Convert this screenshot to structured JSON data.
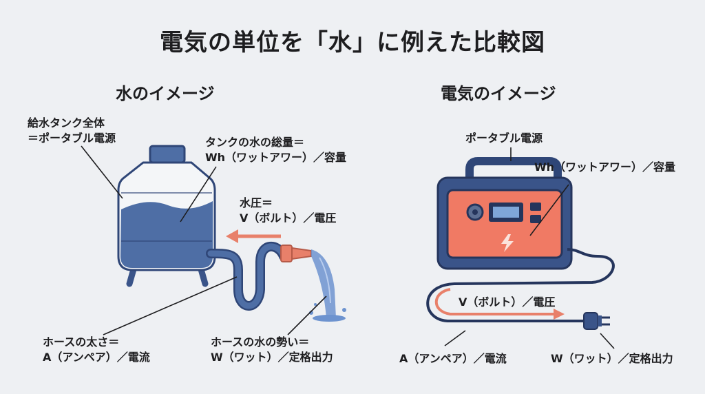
{
  "title": "電気の単位を「水」に例えた比較図",
  "water": {
    "heading": "水のイメージ",
    "tank_label": [
      "給水タンク全体",
      "＝ポータブル電源"
    ],
    "capacity_label": [
      "タンクの水の総量＝",
      "Wh（ワットアワー）／容量"
    ],
    "pressure_label": [
      "水圧＝",
      "V（ボルト）／電圧"
    ],
    "hose_width_label": [
      "ホースの太さ＝",
      "A（アンペア）／電流"
    ],
    "flow_label": [
      "ホースの水の勢い＝",
      "W（ワット）／定格出力"
    ]
  },
  "electric": {
    "heading": "電気のイメージ",
    "device_label": "ポータブル電源",
    "capacity_label": "Wh（ワットアワー）／容量",
    "voltage_label": "V（ボルト）／電圧",
    "current_label": "A（アンペア）／電流",
    "output_label": "W（ワット）／定格出力"
  },
  "colors": {
    "navy": "#3a5489",
    "water": "#4e6ea5",
    "accent": "#e8806a",
    "panel": "#f07a64"
  }
}
